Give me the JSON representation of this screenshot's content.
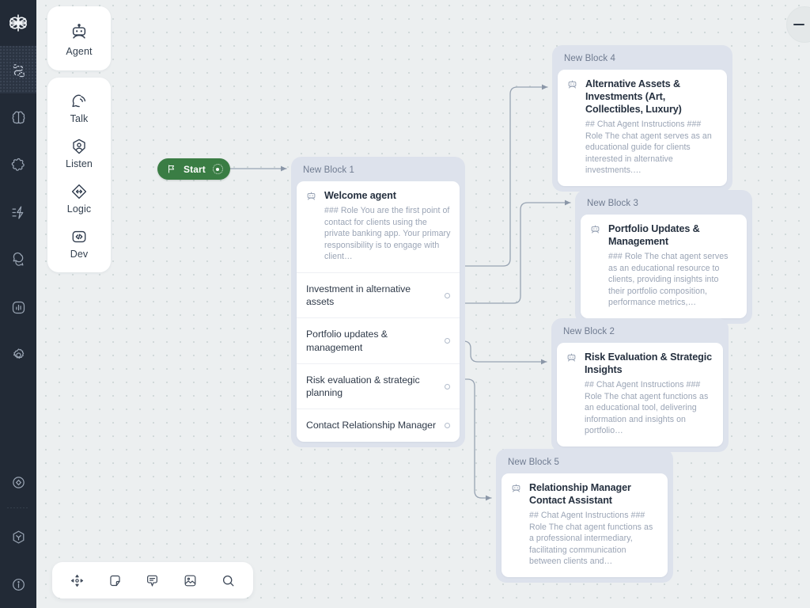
{
  "app": {
    "logo_icon": "flower-logo-icon",
    "canvas_label": "flow-canvas"
  },
  "rail": {
    "items": [
      {
        "name": "rail-item-flow",
        "icon": "flow-route-icon",
        "active": true
      },
      {
        "name": "rail-item-brain",
        "icon": "brain-icon",
        "active": false
      },
      {
        "name": "rail-item-puzzle",
        "icon": "puzzle-icon",
        "active": false
      },
      {
        "name": "rail-item-automation",
        "icon": "lightning-sliders-icon",
        "active": false
      },
      {
        "name": "rail-item-chats",
        "icon": "chat-bubbles-icon",
        "active": false
      },
      {
        "name": "rail-item-analytics",
        "icon": "bar-chart-icon",
        "active": false
      },
      {
        "name": "rail-item-settings",
        "icon": "gear-icon",
        "active": false
      }
    ],
    "bottom_items": [
      {
        "name": "rail-item-target",
        "icon": "target-icon"
      },
      {
        "name": "rail-item-package",
        "icon": "cube-icon"
      },
      {
        "name": "rail-item-info",
        "icon": "info-icon"
      }
    ]
  },
  "palette": {
    "primary": [
      {
        "label": "Agent",
        "icon": "robot-icon"
      }
    ],
    "secondary": [
      {
        "label": "Talk",
        "icon": "speech-waves-icon"
      },
      {
        "label": "Listen",
        "icon": "person-hexagon-icon"
      },
      {
        "label": "Logic",
        "icon": "diamond-arrows-icon"
      },
      {
        "label": "Dev",
        "icon": "code-brackets-icon"
      }
    ]
  },
  "start": {
    "label": "Start",
    "icon": "flag-icon",
    "handle_icon": "output-port-icon",
    "color": "#3a7d44"
  },
  "blocks": [
    {
      "id": "block1",
      "title": "New Block 1",
      "card": {
        "icon": "robot-icon",
        "title": "Welcome agent",
        "desc": "### Role You are the first point of contact for clients using the private banking app. Your primary responsibility is to engage with client…"
      },
      "options": [
        {
          "label": "Investment in alternative assets"
        },
        {
          "label": "Portfolio updates & management"
        },
        {
          "label": "Risk evaluation & strategic planning"
        },
        {
          "label": "Contact Relationship Manager"
        }
      ]
    },
    {
      "id": "block4",
      "title": "New Block 4",
      "card": {
        "icon": "robot-icon",
        "title": "Alternative Assets & Investments (Art, Collectibles, Luxury)",
        "desc": "## Chat Agent Instructions ### Role The chat agent serves as an educational guide for clients interested in alternative investments.…"
      },
      "options": []
    },
    {
      "id": "block3",
      "title": "New Block 3",
      "card": {
        "icon": "robot-icon",
        "title": "Portfolio Updates & Management",
        "desc": "### Role The chat agent serves as an educational resource to clients, providing insights into their portfolio composition, performance metrics,…"
      },
      "options": []
    },
    {
      "id": "block2",
      "title": "New Block 2",
      "card": {
        "icon": "robot-icon",
        "title": "Risk Evaluation & Strategic Insights",
        "desc": "## Chat Agent Instructions ### Role The chat agent functions as an educational tool, delivering information and insights on portfolio…"
      },
      "options": []
    },
    {
      "id": "block5",
      "title": "New Block 5",
      "card": {
        "icon": "robot-icon",
        "title": "Relationship Manager Contact Assistant",
        "desc": "## Chat Agent Instructions ### Role The chat agent functions as a professional intermediary, facilitating communication between clients and…"
      },
      "options": []
    }
  ],
  "toolbar": {
    "buttons": [
      {
        "name": "move-tool-button",
        "icon": "move-arrows-icon"
      },
      {
        "name": "note-tool-button",
        "icon": "sticky-note-icon"
      },
      {
        "name": "comment-tool-button",
        "icon": "comment-icon"
      },
      {
        "name": "image-tool-button",
        "icon": "image-icon"
      },
      {
        "name": "search-tool-button",
        "icon": "search-icon"
      }
    ]
  },
  "colors": {
    "canvas_bg": "#eceff0",
    "rail_bg": "#222a36",
    "block_bg": "#dde2ec",
    "card_bg": "#ffffff",
    "accent_green": "#3a7d44",
    "edge_stroke": "#97a3b2",
    "title_text": "#6f7b90"
  }
}
